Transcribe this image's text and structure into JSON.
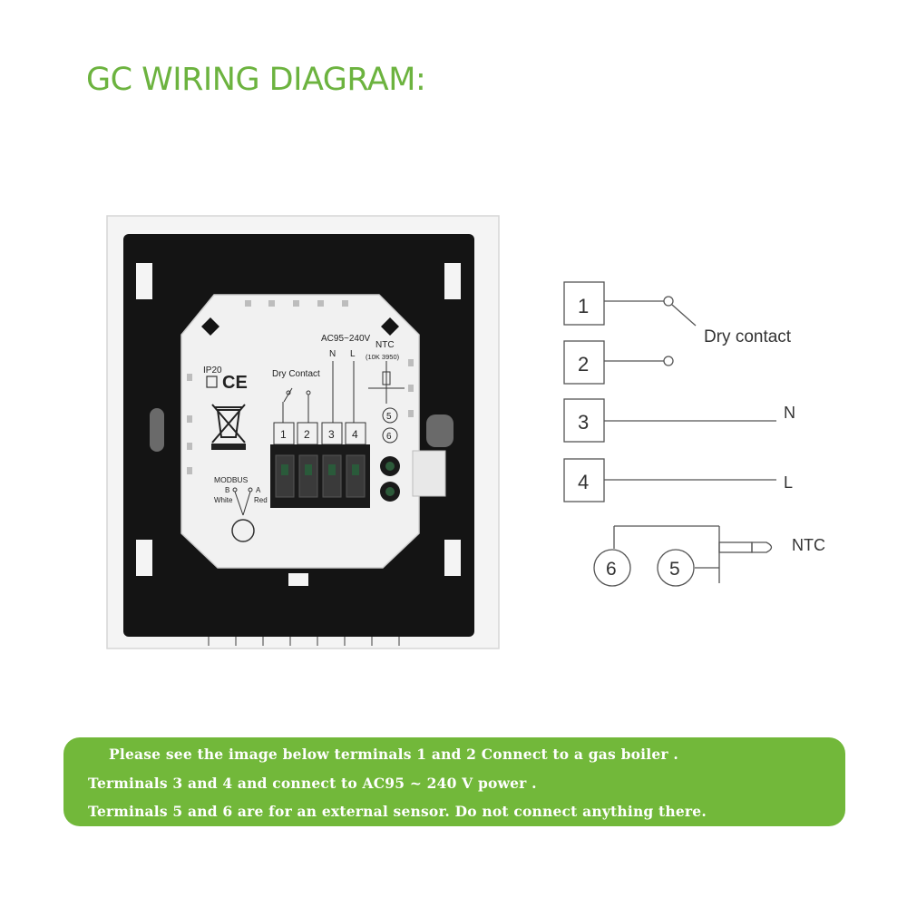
{
  "title": "GC WIRING DIAGRAM:",
  "colors": {
    "accent_green": "#6cb33f",
    "banner_green": "#72b83a",
    "panel_black": "#141414",
    "frame_white": "#f4f4f4",
    "line_gray": "#555555"
  },
  "device": {
    "ip_rating": "IP20",
    "ce_mark": "CE",
    "voltage": "AC95~240V",
    "dry_contact_label": "Dry Contact",
    "n_label": "N",
    "l_label": "L",
    "ntc_label": "NTC",
    "ntc_spec": "(10K 3950)",
    "terminals": [
      "1",
      "2",
      "3",
      "4"
    ],
    "sensor_terminals": [
      "5",
      "6"
    ],
    "modbus_label": "MODBUS",
    "modbus_b": "B",
    "modbus_a": "A",
    "modbus_white": "White",
    "modbus_red": "Red",
    "weee_icon": "crossed-bin-icon"
  },
  "diagram": {
    "boxes": [
      "1",
      "2",
      "3",
      "4"
    ],
    "dry_contact": "Dry contact",
    "n": "N",
    "l": "L",
    "sensor_circles": [
      "6",
      "5"
    ],
    "ntc": "NTC"
  },
  "notice": {
    "line1": "Please see the image below terminals 1 and 2 Connect to a gas boiler .",
    "line2": "Terminals 3 and 4 and connect to AC95 ~ 240 V power .",
    "line3": "Terminals 5 and 6 are for an external sensor. Do not connect anything there."
  }
}
